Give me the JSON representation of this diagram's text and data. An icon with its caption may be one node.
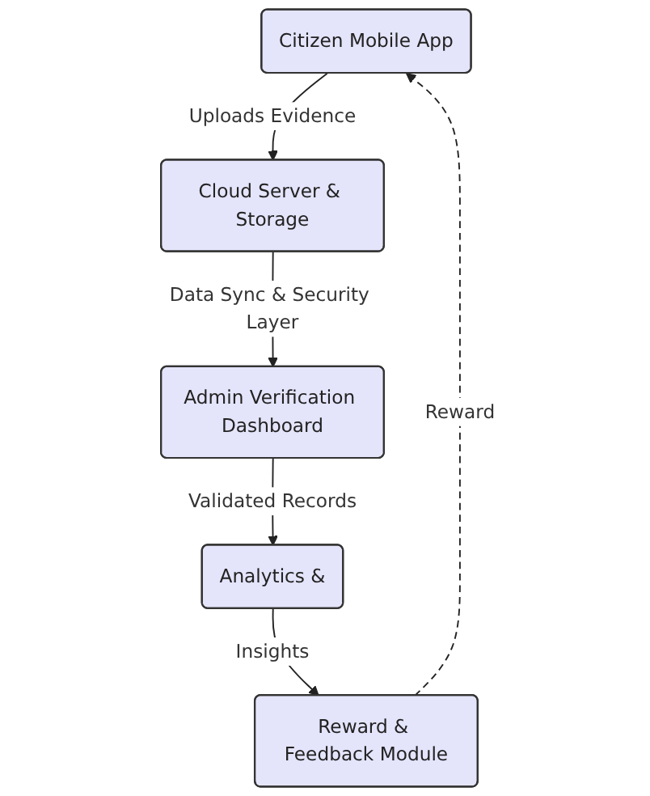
{
  "diagram": {
    "nodes": [
      {
        "text": [
          "Citizen Mobile App"
        ]
      },
      {
        "text": [
          "Cloud Server & Storage"
        ]
      },
      {
        "text": [
          "Admin Verification Dashboard"
        ]
      },
      {
        "text": [
          "Analytics &"
        ]
      },
      {
        "text": [
          "Reward & Feedback Module"
        ]
      }
    ],
    "edges": [
      {
        "from": 0,
        "to": 1,
        "arrow": "to",
        "label": "Uploads Evidence"
      },
      {
        "from": 1,
        "to": 2,
        "arrow": "to",
        "label": "Data Sync & Security Layer"
      },
      {
        "from": 2,
        "to": 3,
        "arrow": "to",
        "label": "Validated Records"
      },
      {
        "from": 3,
        "to": 4,
        "arrow": "to",
        "label": "Insights"
      },
      {
        "from": 4,
        "to": 0,
        "arrow": "to",
        "label": "Reward",
        "style": "dashed"
      }
    ]
  }
}
